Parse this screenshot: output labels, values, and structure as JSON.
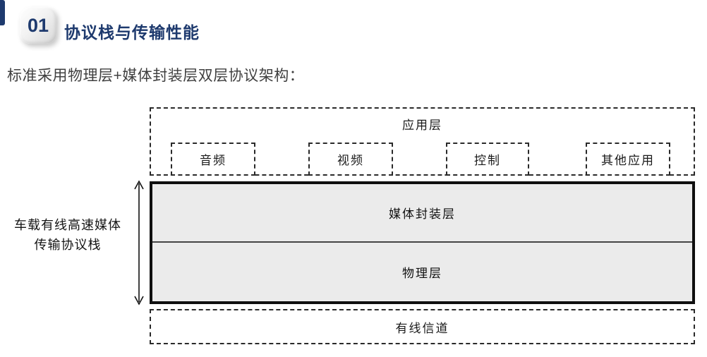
{
  "header": {
    "badge_number": "01",
    "title": "协议栈与传输性能"
  },
  "intro_text": "标准采用物理层+媒体封装层双层协议架构：",
  "diagram": {
    "application_layer_label": "应用层",
    "application_boxes": [
      {
        "label": "音频"
      },
      {
        "label": "视频"
      },
      {
        "label": "控制"
      },
      {
        "label": "其他应用"
      }
    ],
    "protocol_stack": {
      "side_label_line1": "车载有线高速媒体",
      "side_label_line2": "传输协议栈",
      "media_encapsulation_layer_label": "媒体封装层",
      "physical_layer_label": "物理层"
    },
    "channel_label": "有线信道"
  },
  "icons": {
    "stack_height_arrow": "double-headed-vertical-arrow"
  },
  "colors": {
    "accent_navy": "#1e3a6e",
    "stack_fill_gray": "#ebebeb",
    "line_black": "#0f0f0f",
    "body_text_gray": "#3f3f3f"
  }
}
